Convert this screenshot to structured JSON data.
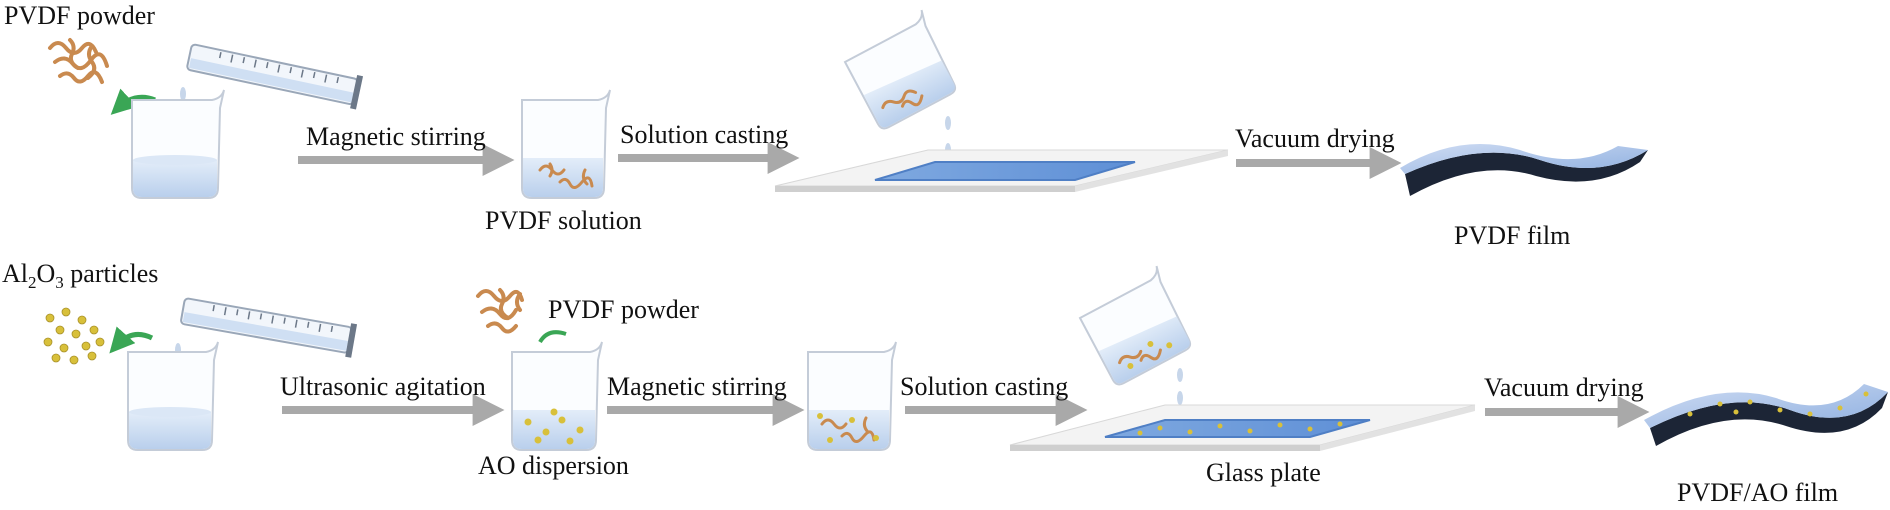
{
  "row1": {
    "input_label": "PVDF powder",
    "step1": "Magnetic stirring",
    "product1": "PVDF solution",
    "step2": "Solution casting",
    "step3": "Vacuum drying",
    "final": "PVDF film"
  },
  "row2": {
    "input_prefix": "Al",
    "input_sub1": "2",
    "input_mid": "O",
    "input_sub2": "3",
    "input_suffix": " particles",
    "step1": "Ultrasonic agitation",
    "added": "PVDF powder",
    "product1": "AO dispersion",
    "step2": "Magnetic stirring",
    "step3": "Solution casting",
    "plate": "Glass plate",
    "step4": "Vacuum drying",
    "final": "PVDF/AO film"
  },
  "colors": {
    "arrow": "#a9a9a9",
    "fiber": "#c98a4f",
    "liquid": "#cfdff3",
    "plate": "#6f9fdc",
    "particle": "#d8c03a",
    "curve_arrow": "#3aa655"
  }
}
